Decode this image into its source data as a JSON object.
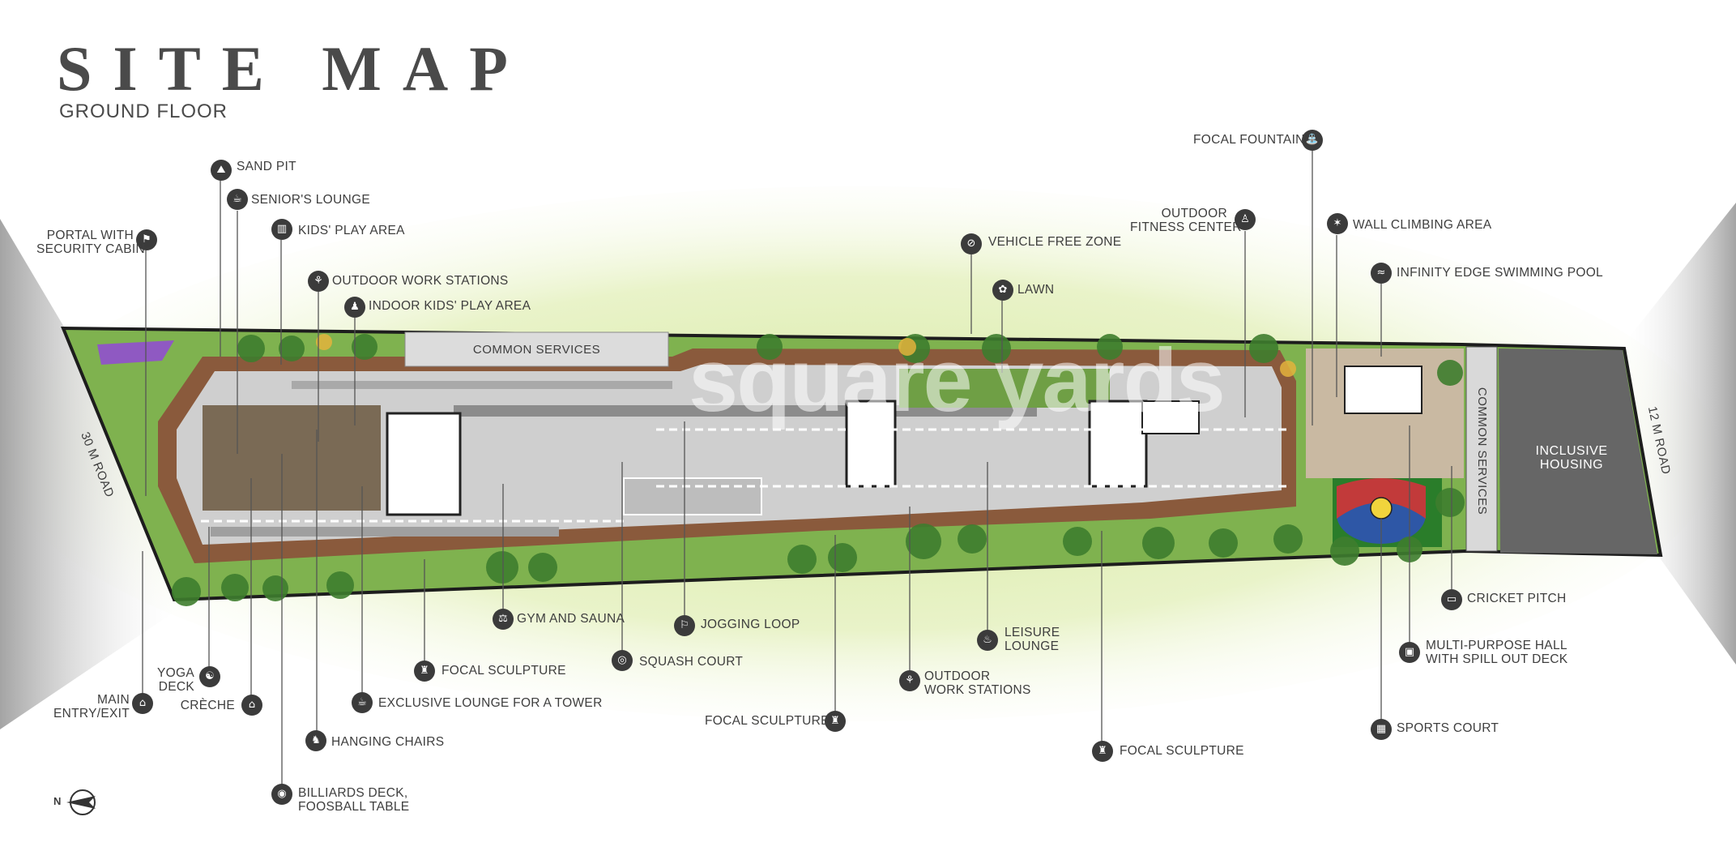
{
  "header": {
    "title": "SITE MAP",
    "subtitle": "GROUND FLOOR"
  },
  "map_text": {
    "common_services_top": "COMMON SERVICES",
    "common_services_side": "COMMON SERVICES",
    "inclusive_housing": "INCLUSIVE HOUSING",
    "road_left": "30 M ROAD",
    "road_right": "12 M ROAD",
    "watermark": "square yards",
    "compass_n": "N"
  },
  "legend": [
    {
      "key": "sand_pit",
      "text": "SAND PIT",
      "icon": "sandpit-icon",
      "glyph": "⛰"
    },
    {
      "key": "seniors_lounge",
      "text": "SENIOR'S LOUNGE",
      "icon": "lounge-icon",
      "glyph": "☕"
    },
    {
      "key": "kids_play_area",
      "text": "KIDS' PLAY AREA",
      "icon": "play-area-icon",
      "glyph": "▥"
    },
    {
      "key": "portal",
      "text": "PORTAL WITH\nSECURITY CABIN",
      "icon": "security-icon",
      "glyph": "⚑"
    },
    {
      "key": "outdoor_work_stations_top",
      "text": "OUTDOOR WORK STATIONS",
      "icon": "workstation-icon",
      "glyph": "⚘"
    },
    {
      "key": "indoor_kids_play_area",
      "text": "INDOOR KIDS' PLAY AREA",
      "icon": "indoor-play-icon",
      "glyph": "♟"
    },
    {
      "key": "vehicle_free_zone",
      "text": "VEHICLE FREE ZONE",
      "icon": "no-vehicle-icon",
      "glyph": "⊘"
    },
    {
      "key": "lawn",
      "text": "LAWN",
      "icon": "lawn-icon",
      "glyph": "✿"
    },
    {
      "key": "outdoor_fitness_center",
      "text": "OUTDOOR\nFITNESS CENTER",
      "icon": "fitness-icon",
      "glyph": "♙"
    },
    {
      "key": "focal_fountain",
      "text": "FOCAL FOUNTAIN",
      "icon": "fountain-icon",
      "glyph": "⛲"
    },
    {
      "key": "wall_climbing_area",
      "text": "WALL CLIMBING AREA",
      "icon": "climbing-icon",
      "glyph": "✶"
    },
    {
      "key": "infinity_pool",
      "text": "INFINITY EDGE SWIMMING POOL",
      "icon": "pool-icon",
      "glyph": "≈"
    },
    {
      "key": "cricket_pitch",
      "text": "CRICKET PITCH",
      "icon": "cricket-icon",
      "glyph": "▭"
    },
    {
      "key": "multipurpose_hall",
      "text": "MULTI-PURPOSE HALL\nWITH SPILL OUT DECK",
      "icon": "hall-icon",
      "glyph": "▣"
    },
    {
      "key": "sports_court",
      "text": "SPORTS COURT",
      "icon": "court-icon",
      "glyph": "▦"
    },
    {
      "key": "focal_sculpture_bottom_right",
      "text": "FOCAL SCULPTURE",
      "icon": "sculpture-icon",
      "glyph": "♜"
    },
    {
      "key": "leisure_lounge",
      "text": "LEISURE\nLOUNGE",
      "icon": "leisure-icon",
      "glyph": "♨"
    },
    {
      "key": "outdoor_work_stations_bottom",
      "text": "OUTDOOR\nWORK STATIONS",
      "icon": "workstation-icon",
      "glyph": "⚘"
    },
    {
      "key": "focal_sculpture_mid",
      "text": "FOCAL SCULPTURE",
      "icon": "sculpture-icon",
      "glyph": "♜"
    },
    {
      "key": "jogging_loop",
      "text": "JOGGING LOOP",
      "icon": "jogging-icon",
      "glyph": "⚐"
    },
    {
      "key": "squash_court",
      "text": "SQUASH COURT",
      "icon": "squash-icon",
      "glyph": "◎"
    },
    {
      "key": "gym_and_sauna",
      "text": "GYM AND SAUNA",
      "icon": "gym-icon",
      "glyph": "⚖"
    },
    {
      "key": "focal_sculpture_left",
      "text": "FOCAL SCULPTURE",
      "icon": "sculpture-icon",
      "glyph": "♜"
    },
    {
      "key": "exclusive_lounge",
      "text": "EXCLUSIVE LOUNGE FOR A TOWER",
      "icon": "exclusive-lounge-icon",
      "glyph": "☕"
    },
    {
      "key": "hanging_chairs",
      "text": "HANGING CHAIRS",
      "icon": "chair-icon",
      "glyph": "♞"
    },
    {
      "key": "billiards",
      "text": "BILLIARDS DECK,\nFOOSBALL TABLE",
      "icon": "billiards-icon",
      "glyph": "◉"
    },
    {
      "key": "creche",
      "text": "CRÈCHE",
      "icon": "creche-icon",
      "glyph": "⌂"
    },
    {
      "key": "yoga_deck",
      "text": "YOGA\nDECK",
      "icon": "yoga-icon",
      "glyph": "☯"
    },
    {
      "key": "main_entry",
      "text": "MAIN\nENTRY/EXIT",
      "icon": "entry-icon",
      "glyph": "⌂"
    }
  ]
}
